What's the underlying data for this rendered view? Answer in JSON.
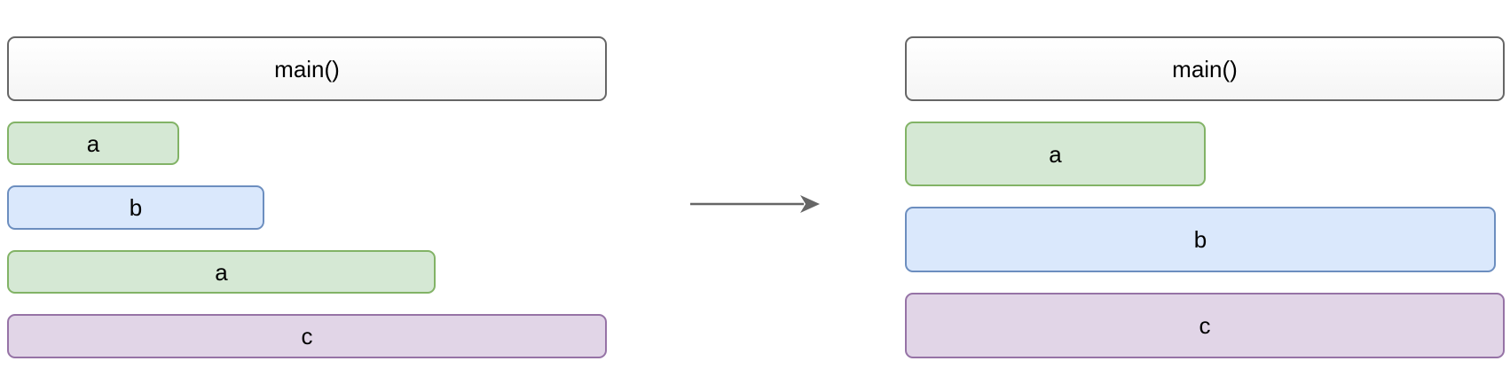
{
  "left_stack": {
    "main_label": "main()",
    "frames": [
      {
        "label": "a",
        "color": "#d5e8d4",
        "border": "#82b366"
      },
      {
        "label": "b",
        "color": "#dae8fc",
        "border": "#6c8ebf"
      },
      {
        "label": "a",
        "color": "#d5e8d4",
        "border": "#82b366"
      },
      {
        "label": "c",
        "color": "#e1d5e7",
        "border": "#9673a6"
      }
    ]
  },
  "right_stack": {
    "main_label": "main()",
    "frames": [
      {
        "label": "a",
        "color": "#d5e8d4",
        "border": "#82b366"
      },
      {
        "label": "b",
        "color": "#dae8fc",
        "border": "#6c8ebf"
      },
      {
        "label": "c",
        "color": "#e1d5e7",
        "border": "#9673a6"
      }
    ]
  },
  "arrow": {
    "icon": "arrow-right-icon",
    "color": "#666666"
  }
}
